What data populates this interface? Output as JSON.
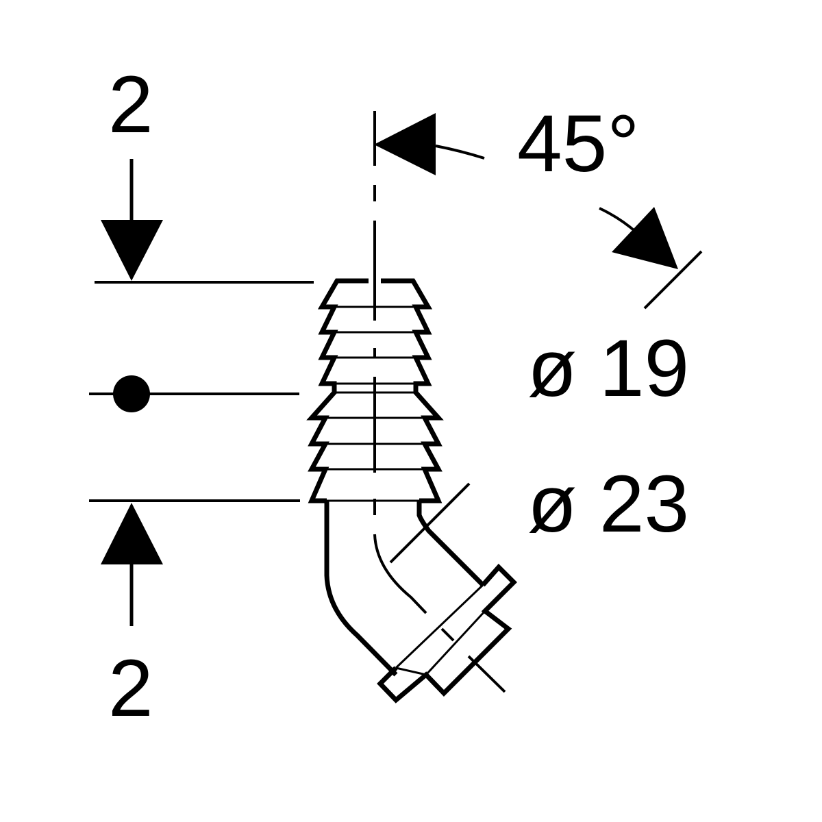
{
  "dimensions": {
    "top_dimension": "2",
    "bottom_dimension": "2",
    "angle": "45°",
    "diameter_small": "ø 19",
    "diameter_large": "ø 23"
  },
  "colors": {
    "stroke": "#000000",
    "background": "#ffffff"
  }
}
